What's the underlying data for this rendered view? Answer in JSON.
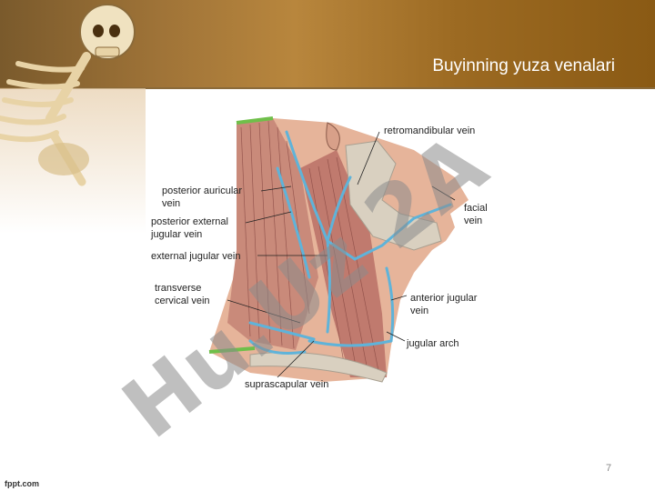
{
  "slide": {
    "title": "Buyinning yuza venalari",
    "page_number": "7",
    "brand": "fppt.com"
  },
  "figure": {
    "labels": {
      "retromandibular": "retromandibular vein",
      "posterior_auricular_1": "posterior auricular",
      "posterior_auricular_2": "vein",
      "posterior_external_1": "posterior external",
      "posterior_external_2": "jugular vein",
      "external_jugular": "external jugular vein",
      "transverse_cervical_1": "transverse",
      "transverse_cervical_2": "cervical vein",
      "suprascapular": "suprascapular vein",
      "facial_1": "facial",
      "facial_2": "vein",
      "anterior_jugular_1": "anterior jugular",
      "anterior_jugular_2": "vein",
      "jugular_arch": "jugular arch"
    }
  },
  "watermark": {
    "text": "Hu.Uz 2A"
  },
  "colors": {
    "header": "#9c6a22",
    "vein": "#5fb3d9",
    "muscle": "#c98a7a",
    "watermark_purple": "#8a62b8",
    "watermark_gray": "#8c8c8c"
  }
}
